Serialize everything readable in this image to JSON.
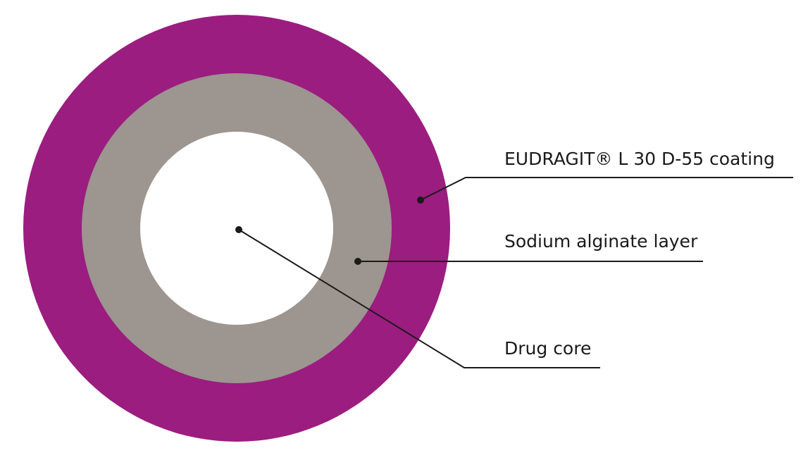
{
  "colors": {
    "coating": "#9b1d80",
    "alginate": "#9d958f",
    "core": "#ffffff",
    "text": "#1a1a1a"
  },
  "labels": {
    "coating": "EUDRAGIT® L 30 D-55 coating",
    "alginate": "Sodium alginate layer",
    "core": "Drug core"
  }
}
